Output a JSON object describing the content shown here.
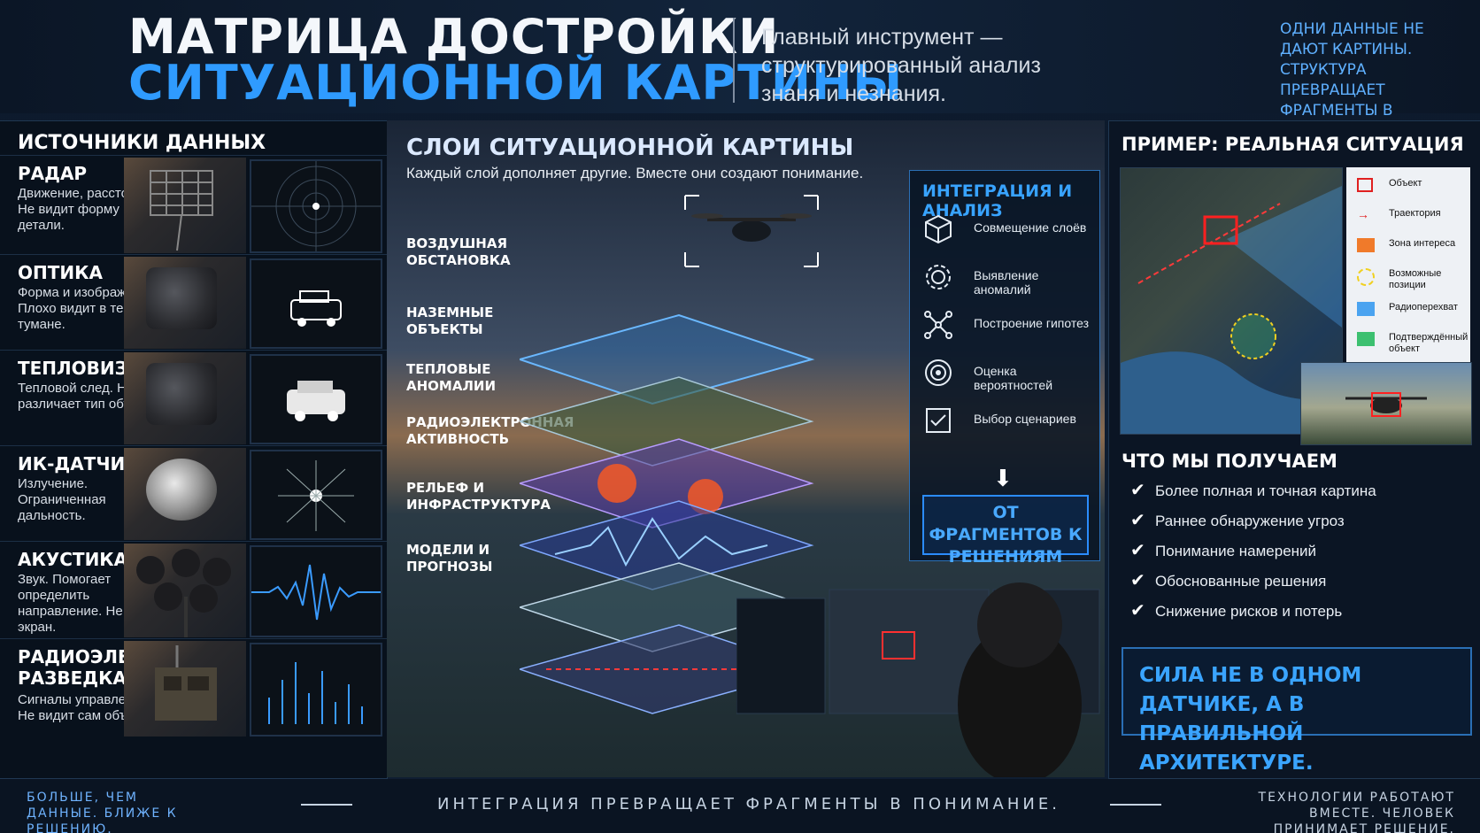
{
  "header": {
    "title_line1": "МАТРИЦА ДОСТРОЙКИ",
    "title_line2": "СИТУАЦИОННОЙ КАРТИНЫ",
    "subtitle": "Главный инструмент — структурированный анализ знаня и незнания.",
    "quote": "ОДНИ ДАННЫЕ НЕ ДАЮТ КАРТИНЫ. СТРУКТУРА ПРЕВРАЩАЕТ ФРАГМЕНТЫ В ПОНИМАНИЕ."
  },
  "sources": {
    "title": "ИСТОЧНИКИ ДАННЫХ",
    "items": [
      {
        "name": "РАДАР",
        "desc": "Движение, расстояние. Не видит форму и детали."
      },
      {
        "name": "ОПТИКА",
        "desc": "Форма и изображение. Плохо видит в темноте, тумане."
      },
      {
        "name": "ТЕПЛОВИЗОР",
        "desc": "Тепловой след. Не различает тип объекта."
      },
      {
        "name": "ИК-ДАТЧИК",
        "desc": "Излучение. Ограниченная дальность."
      },
      {
        "name": "АКУСТИКА",
        "desc": "Звук. Помогает определить направление. Не видит экран."
      },
      {
        "name": "РАДИОЭЛЕКТРОННАЯ РАЗВЕДКА",
        "desc": "Сигналы управления. Не видит сам объект."
      }
    ]
  },
  "layers": {
    "title": "СЛОИ СИТУАЦИОННОЙ КАРТИНЫ",
    "subtitle": "Каждый слой дополняет другие. Вместе они создают понимание.",
    "items": [
      "ВОЗДУШНАЯ ОБСТАНОВКА",
      "НАЗЕМНЫЕ ОБЪЕКТЫ",
      "ТЕПЛОВЫЕ АНОМАЛИИ",
      "РАДИОЭЛЕКТРОННАЯ АКТИВНОСТЬ",
      "РЕЛЬЕФ И ИНФРАСТРУКТУРА",
      "МОДЕЛИ И ПРОГНОЗЫ"
    ]
  },
  "integration": {
    "title": "ИНТЕГРАЦИЯ И АНАЛИЗ",
    "items": [
      {
        "label": "Совмещение слоёв",
        "icon": "cube-icon"
      },
      {
        "label": "Выявление аномалий",
        "icon": "gear-icon"
      },
      {
        "label": "Построение гипотез",
        "icon": "network-icon"
      },
      {
        "label": "Оценка вероятностей",
        "icon": "target-icon"
      },
      {
        "label": "Выбор сценариев",
        "icon": "checklist-icon"
      }
    ],
    "button": "ОТ ФРАГМЕНТОВ К РЕШЕНИЯМ"
  },
  "example": {
    "title": "ПРИМЕР: РЕАЛЬНАЯ СИТУАЦИЯ",
    "legend": [
      {
        "label": "Объект",
        "color": "#e02020"
      },
      {
        "label": "Траектория",
        "color": "#e02020"
      },
      {
        "label": "Зона интереса",
        "color": "#f07a2a"
      },
      {
        "label": "Возможные позиции",
        "color": "#f0d020"
      },
      {
        "label": "Радиоперехват",
        "color": "#4aa3f0"
      },
      {
        "label": "Подтверждённый объект",
        "color": "#3cc070"
      }
    ]
  },
  "results": {
    "title": "ЧТО МЫ ПОЛУЧАЕМ",
    "items": [
      "Более полная и точная картина",
      "Раннее обнаружение угроз",
      "Понимание намерений",
      "Обоснованные решения",
      "Снижение рисков и потерь"
    ],
    "slogan": "СИЛА НЕ В ОДНОМ ДАТЧИКЕ, А В ПРАВИЛЬНОЙ АРХИТЕКТУРЕ."
  },
  "footer": {
    "left": "БОЛЬШЕ, ЧЕМ ДАННЫЕ. БЛИЖЕ К РЕШЕНИЮ.",
    "center": "ИНТЕГРАЦИЯ ПРЕВРАЩАЕТ ФРАГМЕНТЫ В ПОНИМАНИЕ.",
    "right": "ТЕХНОЛОГИИ РАБОТАЮТ ВМЕСТЕ. ЧЕЛОВЕК ПРИНИМАЕТ РЕШЕНИЕ."
  },
  "colors": {
    "accent": "#2f9bff",
    "panel": "#08111c",
    "heat": "#ff5a1f"
  }
}
